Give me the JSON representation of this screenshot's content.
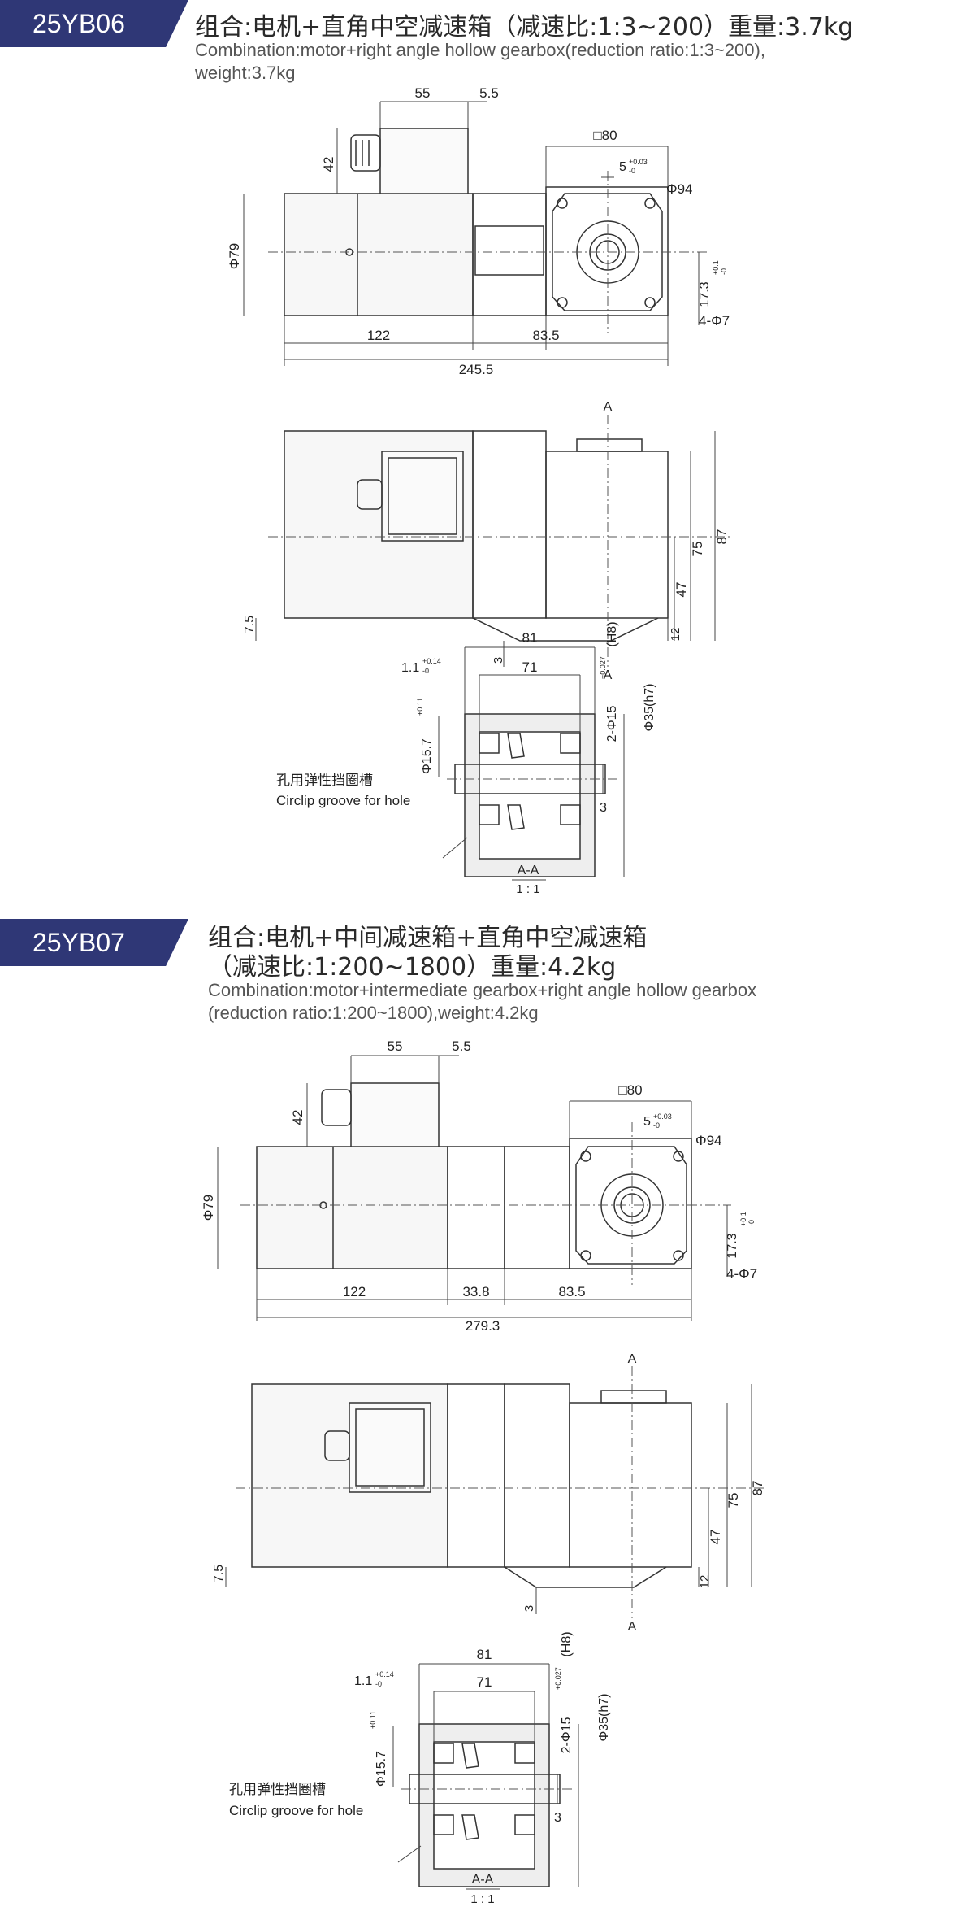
{
  "s1": {
    "badge": "25YB06",
    "title_cn": "组合:电机+直角中空减速箱（减速比:1:3~200）重量:3.7kg",
    "title_en_1": "Combination:motor+right angle hollow gearbox(reduction ratio:1:3~200),",
    "title_en_2": "weight:3.7kg",
    "dims": {
      "d55": "55",
      "d55b": "5.5",
      "d42": "42",
      "d80": "□80",
      "d5": "5",
      "d5tol": "+0.03",
      "d5tol2": "-0",
      "d94": "Φ94",
      "d79": "Φ79",
      "d173": "17.3",
      "d173tol": "+0.1",
      "d173tol2": "-0",
      "d4phi7": "4-Φ7",
      "d122": "122",
      "d835": "83.5",
      "d2455": "245.5",
      "secA": "A",
      "d87": "87",
      "d75": "75",
      "d47": "47",
      "d12": "12",
      "d75b": "7.5",
      "d3": "3",
      "d81": "81",
      "d71": "71",
      "d11": "1.1",
      "d11tol": "+0.14",
      "d11tol2": "-0",
      "d157": "Φ15.7",
      "d157tol": "+0.11",
      "d15": "2-Φ15",
      "d15tol": "+0.027",
      "h8": "(H8)",
      "d35": "Φ35(h7)",
      "d3b": "3",
      "groove_cn": "孔用弹性挡圈槽",
      "groove_en": "Circlip groove for hole",
      "sec_label": "A-A",
      "sec_scale": "1 : 1"
    }
  },
  "s2": {
    "badge": "25YB07",
    "title_cn_1": "组合:电机+中间减速箱+直角中空减速箱",
    "title_cn_2": "（减速比:1:200~1800）重量:4.2kg",
    "title_en_1": "Combination:motor+intermediate gearbox+right angle hollow gearbox",
    "title_en_2": "(reduction ratio:1:200~1800),weight:4.2kg",
    "dims": {
      "d55": "55",
      "d55b": "5.5",
      "d42": "42",
      "d80": "□80",
      "d5": "5",
      "d5tol": "+0.03",
      "d5tol2": "-0",
      "d94": "Φ94",
      "d79": "Φ79",
      "d173": "17.3",
      "d173tol": "+0.1",
      "d173tol2": "-0",
      "d4phi7": "4-Φ7",
      "d122": "122",
      "d338": "33.8",
      "d835": "83.5",
      "d2793": "279.3",
      "secA": "A",
      "d87": "87",
      "d75": "75",
      "d47": "47",
      "d12": "12",
      "d75b": "7.5",
      "d3": "3",
      "d81": "81",
      "d71": "71",
      "d11": "1.1",
      "d11tol": "+0.14",
      "d11tol2": "-0",
      "d157": "Φ15.7",
      "d157tol": "+0.11",
      "d15": "2-Φ15",
      "d15tol": "+0.027",
      "h8": "(H8)",
      "d35": "Φ35(h7)",
      "d3b": "3",
      "groove_cn": "孔用弹性挡圈槽",
      "groove_en": "Circlip groove for hole",
      "sec_label": "A-A",
      "sec_scale": "1 : 1"
    }
  }
}
